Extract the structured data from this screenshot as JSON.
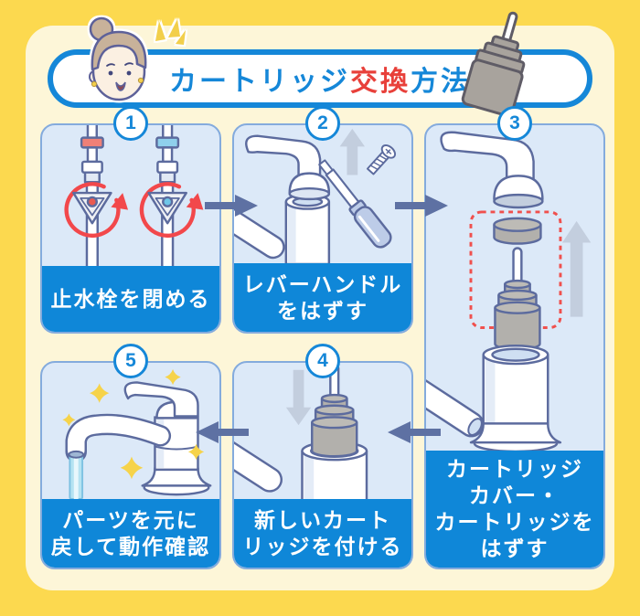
{
  "title": {
    "part_blue_1": "カートリッジ",
    "part_red": "交換",
    "part_blue_2": "方法"
  },
  "steps": [
    {
      "number": "1",
      "caption_lines": [
        "止水栓を閉める"
      ]
    },
    {
      "number": "2",
      "caption_lines": [
        "レバーハンドル",
        "をはずす"
      ]
    },
    {
      "number": "3",
      "caption_lines": [
        "カートリッジ",
        "カバー・",
        "カートリッジを",
        "はずす"
      ]
    },
    {
      "number": "4",
      "caption_lines": [
        "新しいカート",
        "リッジを付ける"
      ]
    },
    {
      "number": "5",
      "caption_lines": [
        "パーツを元に",
        "戻して動作確認"
      ]
    }
  ],
  "flow_arrows": [
    {
      "from": "1",
      "to": "2",
      "direction": "right"
    },
    {
      "from": "2",
      "to": "3",
      "direction": "right"
    },
    {
      "from": "3",
      "to": "4",
      "direction": "left"
    },
    {
      "from": "4",
      "to": "5",
      "direction": "left"
    }
  ],
  "colors": {
    "background": "#fcd94f",
    "inner_panel": "#fdf6d8",
    "step_background": "#dce9f8",
    "caption_background": "#0f87d8",
    "accent_blue": "#1587d8",
    "accent_red": "#e8403a",
    "illustration_outline": "#5c6b9e",
    "flow_arrow": "#5e71a3",
    "rotation_arrow_red": "#f2484b",
    "gray_metal": "#b2b0ac",
    "sparkle_yellow": "#f6d34a",
    "water_blue": "#b5e3f2"
  }
}
